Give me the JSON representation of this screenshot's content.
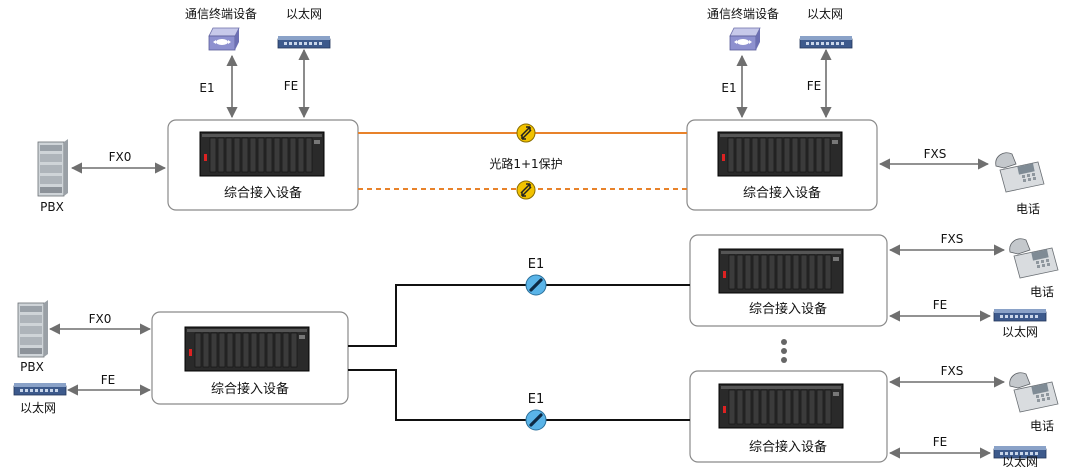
{
  "labels": {
    "comm_terminal": "通信终端设备",
    "ethernet": "以太网",
    "e1": "E1",
    "fe": "FE",
    "fx0": "FX0",
    "fxs": "FXS",
    "pbx": "PBX",
    "phone": "电话",
    "access_device": "综合接入设备",
    "optical_protection": "光路1+1保护"
  },
  "colors": {
    "orange_link": "#e8822a",
    "black_link": "#111111",
    "arrow_gray": "#6f6f6f",
    "box_border": "#8a8a8a",
    "switch_blue": "#3d5a8c",
    "protect_yellow": "#f2c200",
    "e1_icon_blue": "#5ab4e8"
  },
  "icons": {
    "comm_terminal": "router-icon",
    "ethernet": "switch-icon",
    "pbx": "server-rack-icon",
    "phone": "telephone-icon",
    "access_device": "chassis-icon",
    "protection": "protection-switch-icon",
    "e1_link": "e1-link-icon"
  }
}
